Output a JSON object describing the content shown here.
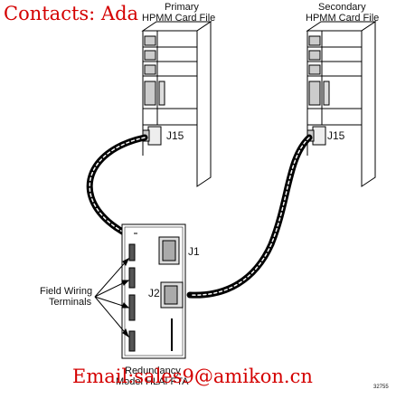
{
  "watermark": {
    "top": "Contacts: Ada",
    "bottom": "Email:sales9@amikon.cn",
    "color": "#d40000"
  },
  "primary_card_file": {
    "title_line1": "Primary",
    "title_line2": "HPMM Card File",
    "connector": "J15"
  },
  "secondary_card_file": {
    "title_line1": "Secondary",
    "title_line2": "HPMM Card File",
    "connector": "J15"
  },
  "redundancy_board": {
    "connector_j1": "J1",
    "connector_j2": "J2",
    "caption_line1": "Redundancy",
    "caption_line2": "Model HLAI FTA"
  },
  "field_wiring": {
    "line1": "Field Wiring",
    "line2": "Terminals"
  },
  "figure_number": "32755"
}
